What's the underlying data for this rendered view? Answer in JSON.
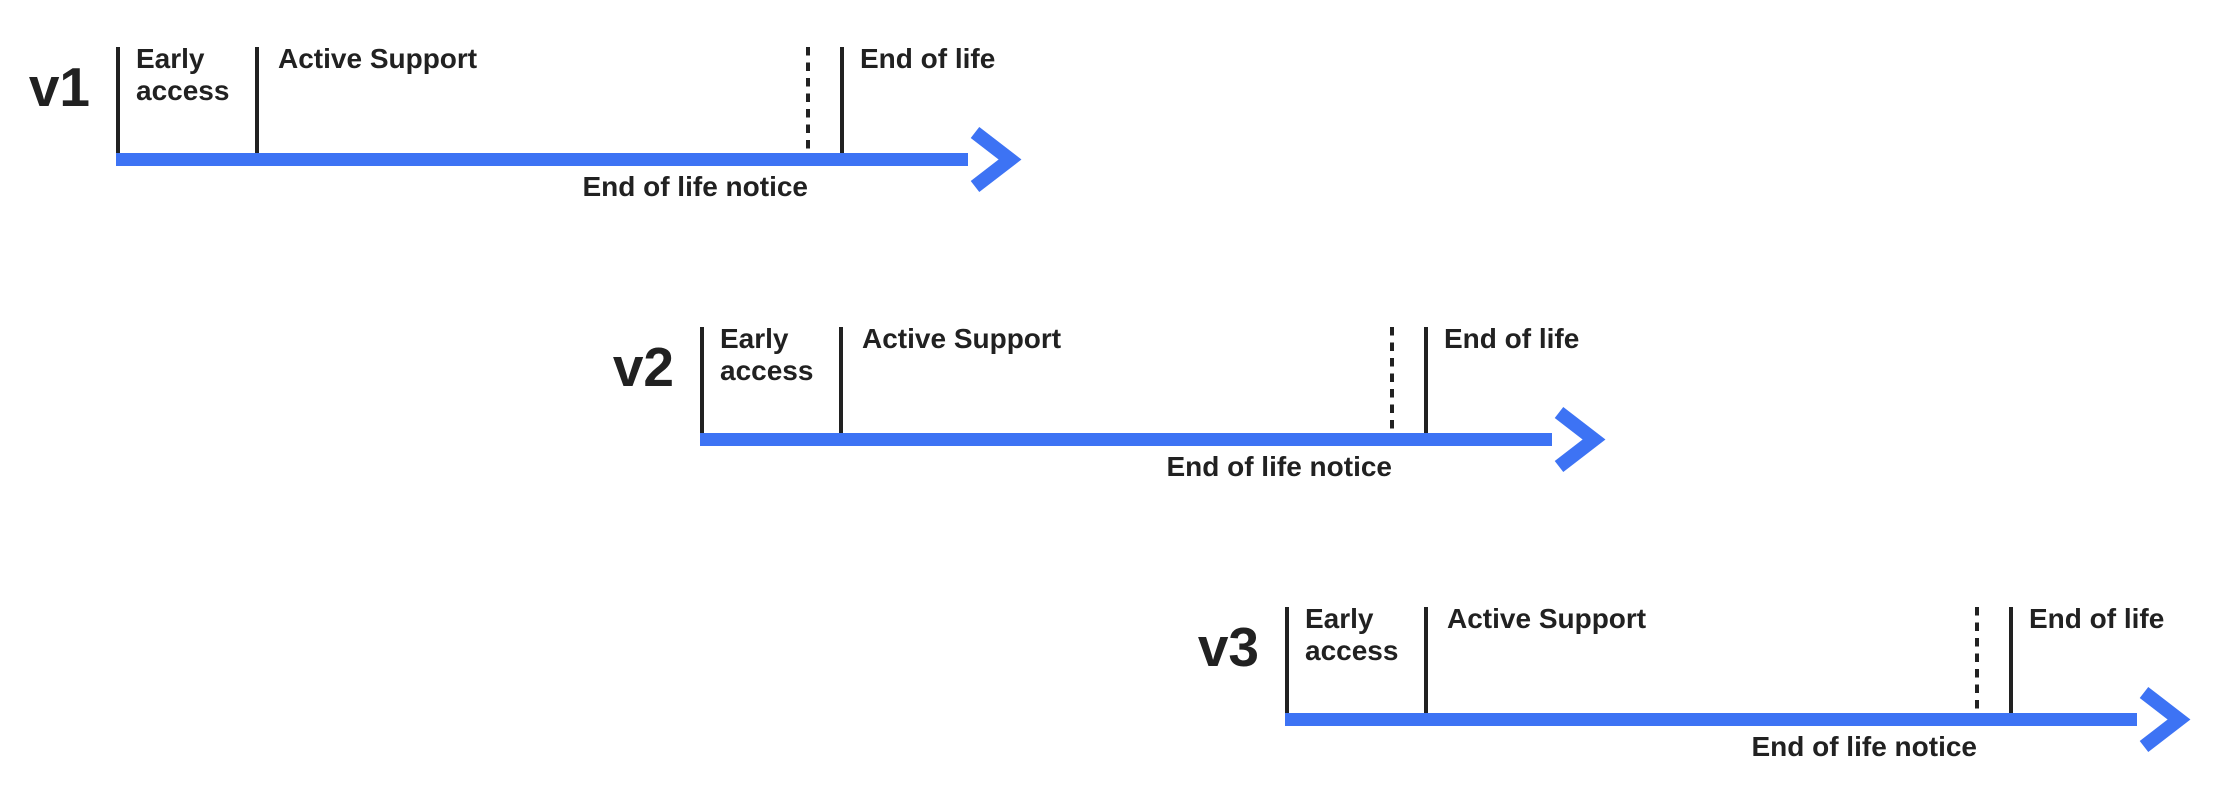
{
  "colors": {
    "arrow_blue": "#3D73F4",
    "ink": "#212121",
    "background": "#FFFFFF"
  },
  "timelines": [
    {
      "version": "v1",
      "early_access_label": "Early access",
      "active_support_label": "Active Support",
      "end_of_life_label": "End of life",
      "end_of_life_notice_label": "End of life notice"
    },
    {
      "version": "v2",
      "early_access_label": "Early access",
      "active_support_label": "Active Support",
      "end_of_life_label": "End of life",
      "end_of_life_notice_label": "End of life notice"
    },
    {
      "version": "v3",
      "early_access_label": "Early access",
      "active_support_label": "Active Support",
      "end_of_life_label": "End of life",
      "end_of_life_notice_label": "End of life notice"
    }
  ]
}
